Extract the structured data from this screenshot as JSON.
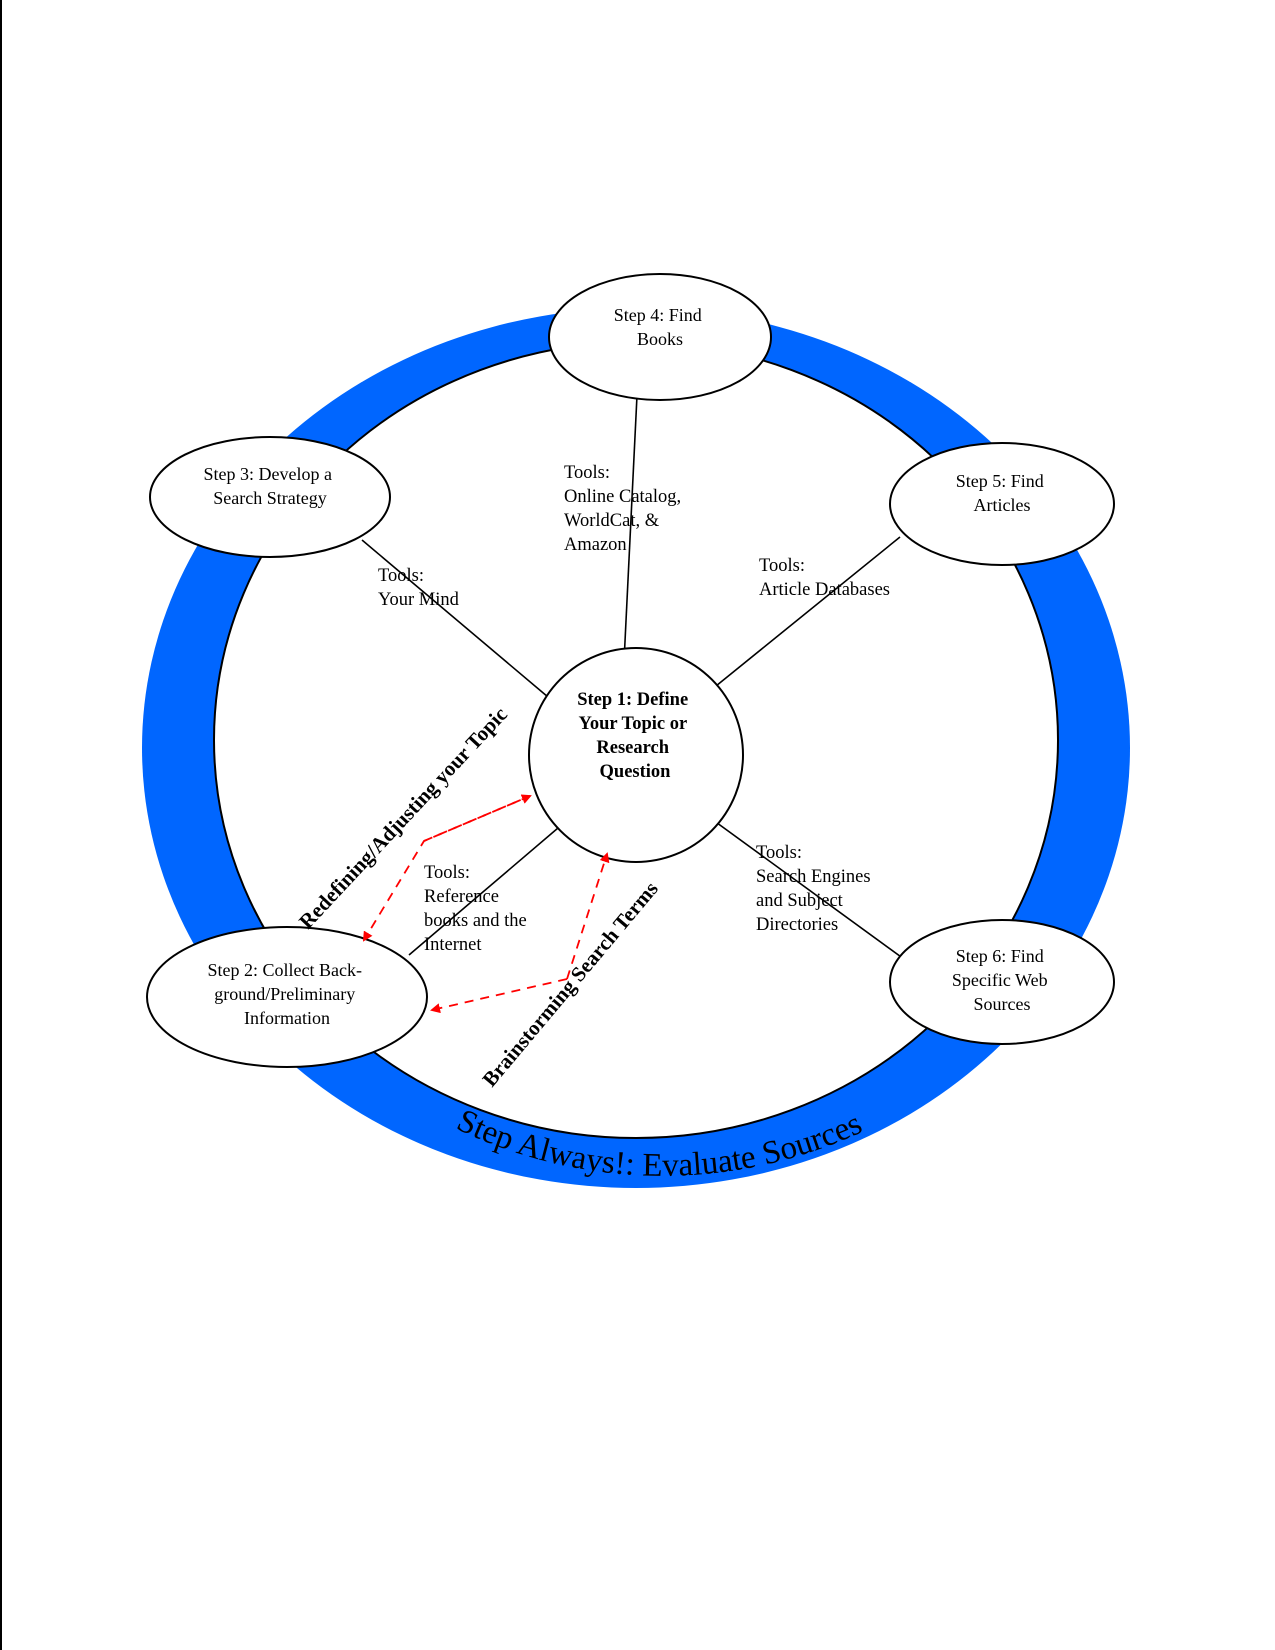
{
  "diagram": {
    "title": "Research Process Wheel",
    "colors": {
      "ring": "#0066FF",
      "outline": "#000000",
      "arrow": "#FF0000",
      "node_fill": "#FFFFFF"
    },
    "center": {
      "lines": [
        "Step 1:  Define",
        "Your Topic or",
        "Research",
        "Question"
      ]
    },
    "steps": [
      {
        "id": "step-2",
        "lines": [
          "Step 2: Collect Back-",
          "ground/Preliminary",
          "Information"
        ],
        "tools": [
          "Tools:",
          "Reference",
          "books and the",
          "Internet"
        ]
      },
      {
        "id": "step-3",
        "lines": [
          "Step 3: Develop a",
          "Search Strategy"
        ],
        "tools": [
          "Tools:",
          "Your Mind"
        ]
      },
      {
        "id": "step-4",
        "lines": [
          "Step 4: Find",
          "Books"
        ],
        "tools": [
          "Tools:",
          "Online Catalog,",
          "WorldCat, &",
          "Amazon"
        ]
      },
      {
        "id": "step-5",
        "lines": [
          "Step 5: Find",
          "Articles"
        ],
        "tools": [
          "Tools:",
          "Article Databases"
        ]
      },
      {
        "id": "step-6",
        "lines": [
          "Step 6: Find",
          "Specific Web",
          "Sources"
        ],
        "tools": [
          "Tools:",
          "Search Engines",
          "and Subject",
          "Directories"
        ]
      }
    ],
    "loop_labels": {
      "redefining": "Redefining/Adjusting your Topic",
      "brainstorming": "Brainstorming Search Terms"
    },
    "ring_caption": "Step Always!:  Evaluate Sources"
  }
}
